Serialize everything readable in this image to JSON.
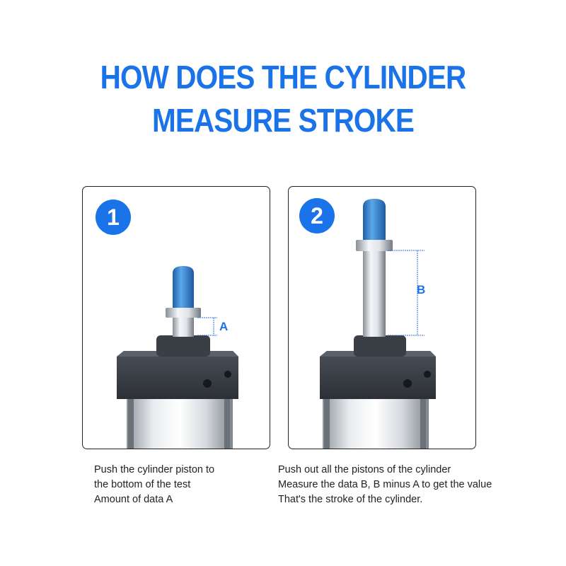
{
  "header": {
    "title_line1": "HOW DOES THE CYLINDER",
    "title_line2": "MEASURE STROKE"
  },
  "panels": [
    {
      "step": "1",
      "measure_label": "A",
      "caption": [
        "Push the cylinder piston to",
        "the bottom of the test",
        "Amount of data A"
      ]
    },
    {
      "step": "2",
      "measure_label": "B",
      "caption": [
        "Push out all the pistons of the cylinder",
        "Measure the data B, B minus A to get the value",
        "That's the stroke of the cylinder."
      ]
    }
  ],
  "colors": {
    "accent": "#1a73e8",
    "cap_blue": "#3d8fd6",
    "body_dark": "#3b4048"
  }
}
